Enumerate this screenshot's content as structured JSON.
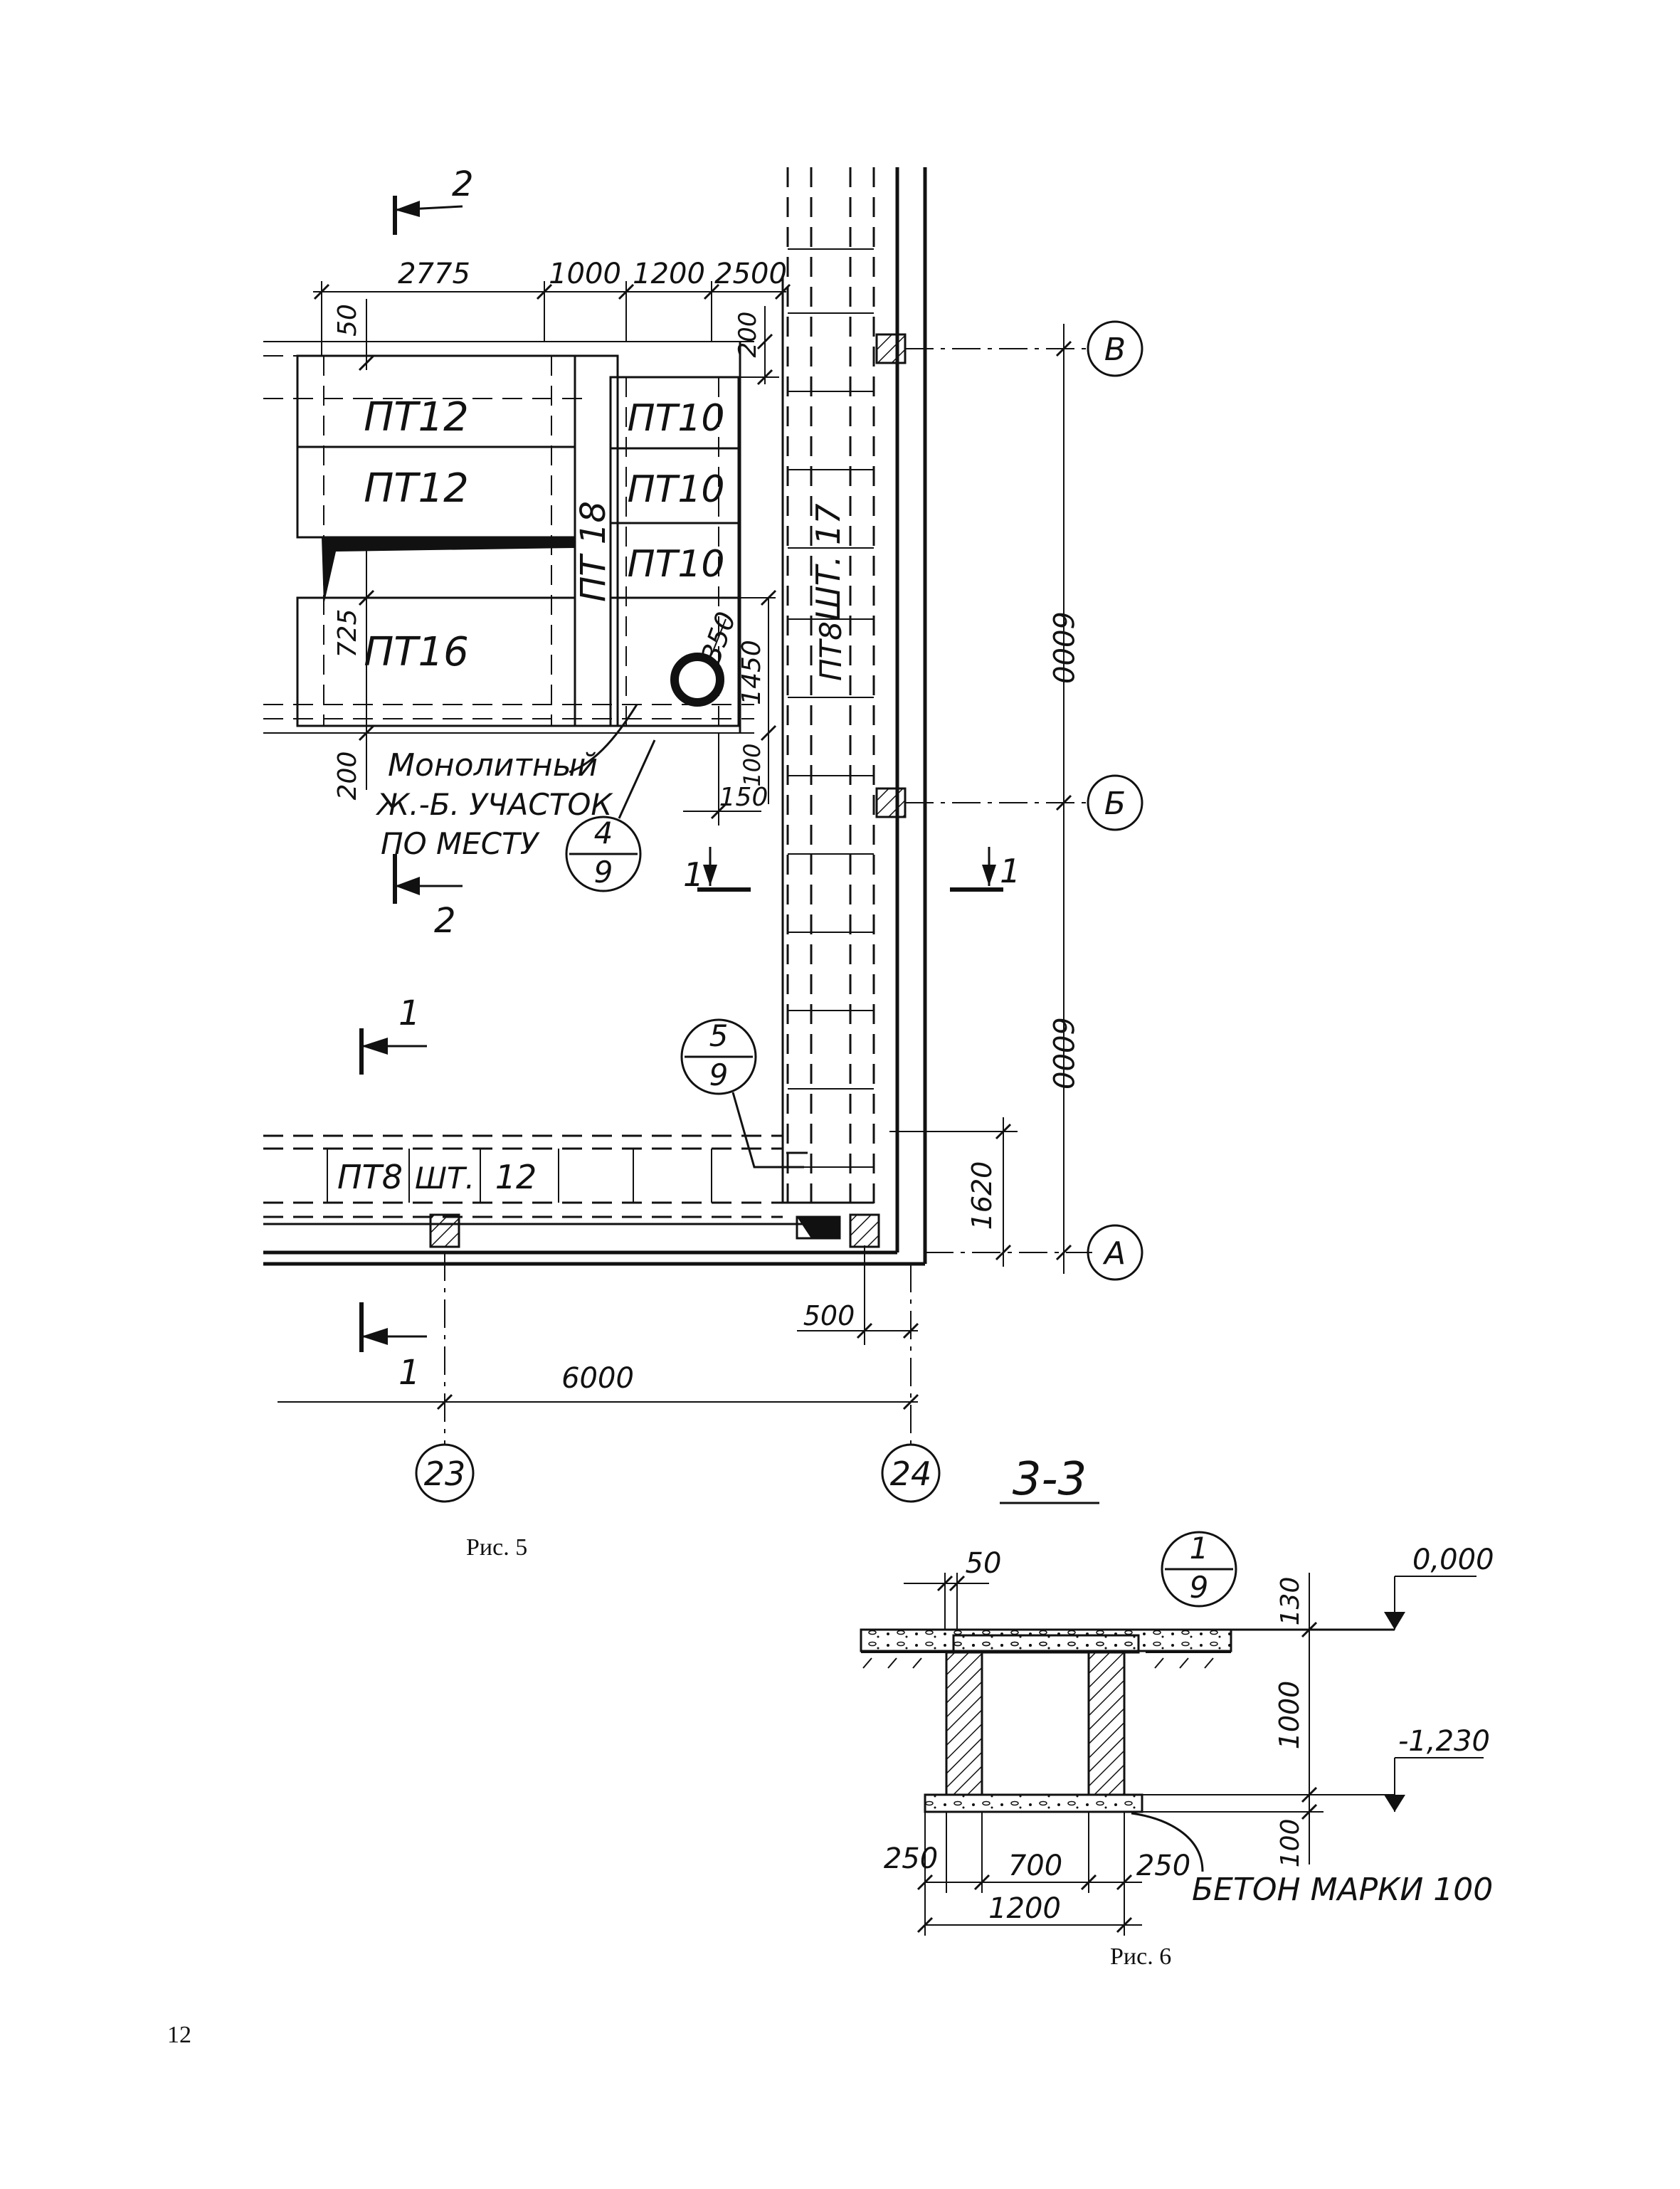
{
  "labels": {
    "pt12_a": "ПТ12",
    "pt12_b": "ПТ12",
    "pt16": "ПТ16",
    "pt10_a": "ПТ10",
    "pt10_b": "ПТ10",
    "pt10_c": "ПТ10",
    "pt18": "ПТ 18",
    "pt8_vertical": "ПТ8",
    "sht17": "ШТ. 17",
    "pt8_bottom": "ПТ8",
    "sht_bottom": "ШТ.",
    "num12": "12"
  },
  "dims": {
    "d2775": "2775",
    "d1000_top": "1000",
    "d1200_top": "1200",
    "d2500": "2500",
    "d50_top": "50",
    "d200_right": "200",
    "d725": "725",
    "d200_left": "200",
    "d350": "350",
    "d1450": "1450",
    "d100": "100",
    "d150": "150",
    "d6000_upper": "6000",
    "d6000_lower": "6000",
    "d1620": "1620",
    "d500": "500",
    "d6000_bottom": "6000"
  },
  "note": {
    "line1": "Монолитный",
    "line2": "Ж.-Б. УЧАСТОК",
    "line3": "ПО МЕСТУ"
  },
  "axes": {
    "V": "В",
    "B": "Б",
    "A": "А",
    "ax23": "23",
    "ax24": "24"
  },
  "callouts": {
    "c49_top": "4",
    "c49_bottom": "9",
    "c59_top": "5",
    "c59_bottom": "9",
    "c19_top": "1",
    "c19_bottom": "9"
  },
  "section_marks": {
    "s2_top": "2",
    "s2_bottom": "2",
    "s1_mid_left": "1",
    "s1_mid_right": "1",
    "s1_left_upper": "1",
    "s1_left_lower": "1"
  },
  "captions": {
    "fig5": "Рис. 5",
    "fig6": "Рис. 6",
    "page_number": "12"
  },
  "section33": {
    "title": "3-3",
    "d50": "50",
    "d130": "130",
    "d1000": "1000",
    "d100": "100",
    "d250_left": "250",
    "d700": "700",
    "d250_right": "250",
    "d1200": "1200",
    "level_top": "0,000",
    "level_bottom": "-1,230",
    "concrete_note": "БЕТОН МАРКИ 100"
  }
}
